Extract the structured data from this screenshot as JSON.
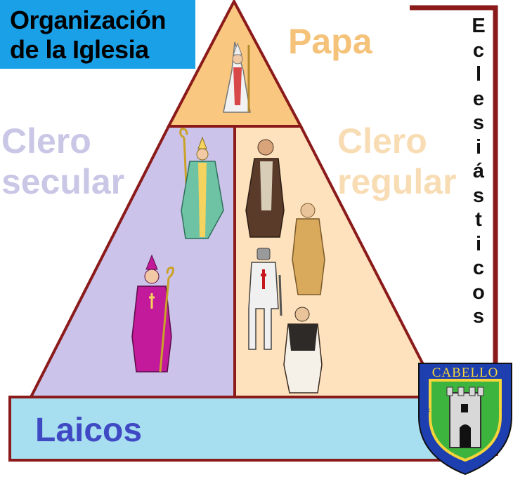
{
  "title": {
    "line1": "Organización",
    "line2": "de la Iglesia"
  },
  "levels": {
    "papa": "Papa",
    "clero_secular": [
      "Clero",
      "secular"
    ],
    "clero_regular": [
      "Clero",
      "regular"
    ],
    "laicos": "Laicos"
  },
  "side_label": "Eclesiásticos",
  "crest": {
    "text": "CABELLO"
  },
  "colors": {
    "title_bg": "#1aa0e6",
    "papa_fill": "#f9c77f",
    "secular_fill": "#cbc3ea",
    "regular_fill": "#fde2bd",
    "laicos_fill": "#a7dff0",
    "outline": "#8b1a1a",
    "crest_green": "#3db43d",
    "crest_gold": "#f4d43a",
    "crest_blue": "#1d3fb0"
  },
  "icons": [
    "pope-figure-icon",
    "bishop-figure-icon",
    "bishop-purple-figure-icon",
    "monk-figure-icon",
    "friar-figure-icon",
    "templar-knight-icon",
    "dominican-figure-icon",
    "castle-tower-icon",
    "star-icon"
  ]
}
